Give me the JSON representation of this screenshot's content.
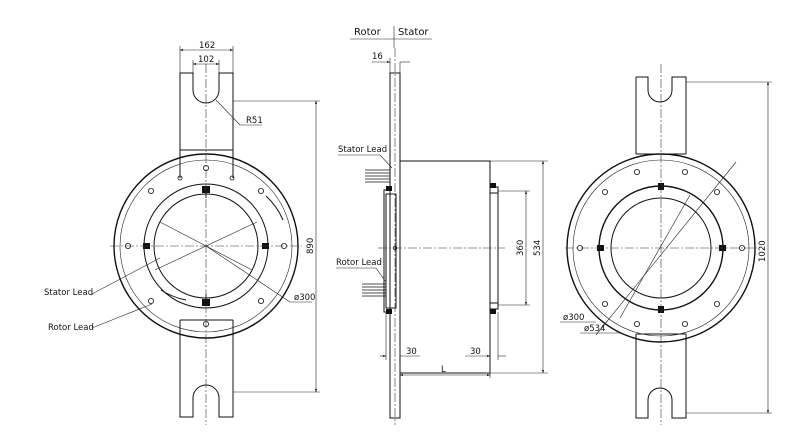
{
  "labels": {
    "rotor": "Rotor",
    "stator": "Stator",
    "stator_lead": "Stator  Lead",
    "rotor_lead": "Rotor  Lead",
    "stator_lead_front": "Stator  Lead",
    "rotor_lead_front": "Rotor  Lead"
  },
  "dimensions": {
    "width_outer": "162",
    "width_inner": "102",
    "radius": "R51",
    "height_total_front": "890",
    "bore_front": "ø300",
    "flange_thickness": "16",
    "body_height": "534",
    "bore_side": "360",
    "offset_left": "30",
    "offset_right": "30",
    "length": "L",
    "bore_rear": "ø300",
    "outer_rear": "ø534",
    "height_total_rear": "1020"
  }
}
